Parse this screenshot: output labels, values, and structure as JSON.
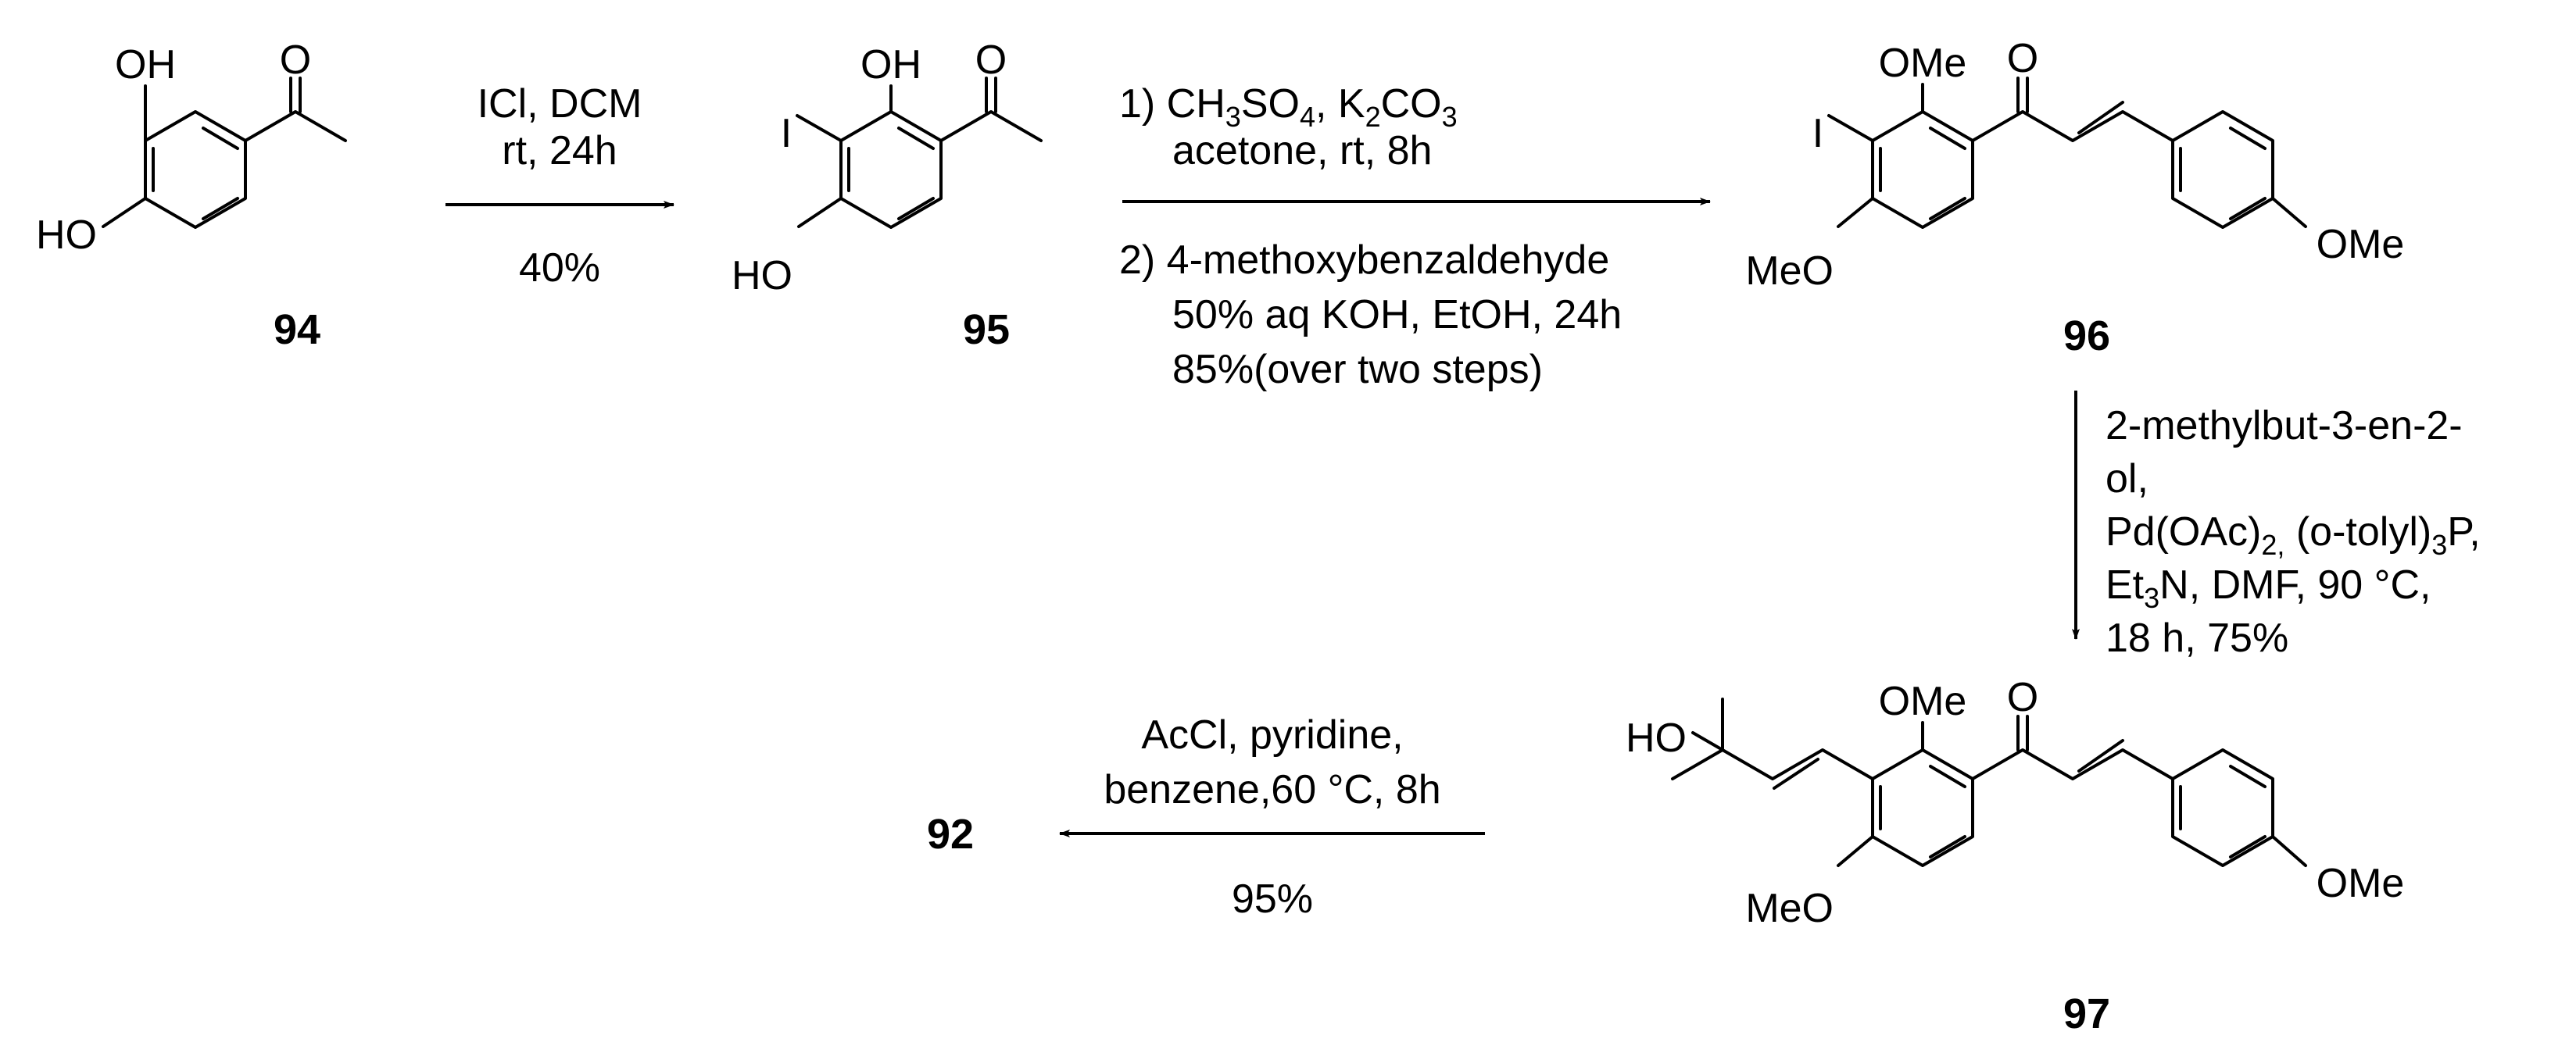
{
  "compounds": {
    "c94": {
      "label": "94",
      "oh_top": "OH",
      "ho_left": "HO",
      "carbonyl_o": "O"
    },
    "c95": {
      "label": "95",
      "oh_top": "OH",
      "ho_left": "HO",
      "iodo": "I",
      "carbonyl_o": "O"
    },
    "c96": {
      "label": "96",
      "ome_top": "OMe",
      "meo_left": "MeO",
      "iodo": "I",
      "carbonyl_o": "O",
      "ome_right": "OMe"
    },
    "c97": {
      "label": "97",
      "ho": "HO",
      "ome_top": "OMe",
      "meo_left": "MeO",
      "carbonyl_o": "O",
      "ome_right": "OMe"
    },
    "c92": {
      "label": "92"
    }
  },
  "steps": {
    "s1": {
      "reagent_line1": "ICl, DCM",
      "reagent_line2": "rt, 24h",
      "yield": "40%"
    },
    "s2": {
      "line1_prefix": "1) CH",
      "line1_sub1": "3",
      "line1_mid": "SO",
      "line1_sub2": "4",
      "line1_mid2": ", K",
      "line1_sub3": "2",
      "line1_mid3": "CO",
      "line1_sub4": "3",
      "line2": "acetone, rt, 8h",
      "line3": "2) 4-methoxybenzaldehyde",
      "line4": "50% aq KOH, EtOH, 24h",
      "line5": "85%(over two steps)"
    },
    "s3": {
      "line1": "2-methylbut-3-en-2-",
      "line2": "ol,",
      "line3_a": "Pd(OAc)",
      "line3_sub": "2,",
      "line3_b": " (o-tolyl)",
      "line3_sub2": "3",
      "line3_c": "P,",
      "line4_a": "Et",
      "line4_sub": "3",
      "line4_b": "N, DMF, 90 °C,",
      "line5": "18 h, 75%"
    },
    "s4": {
      "reagent_line1": "AcCl, pyridine,",
      "reagent_line2": "benzene,60 °C, 8h",
      "yield": "95%"
    }
  }
}
